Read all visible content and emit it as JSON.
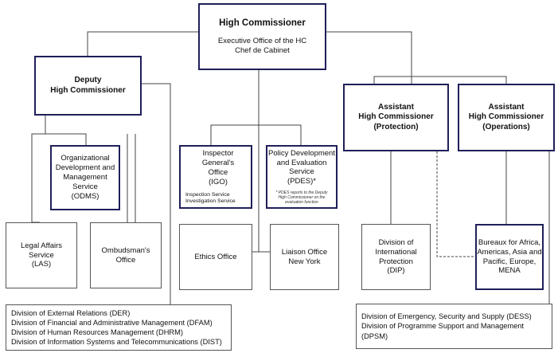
{
  "hc": {
    "title": "High Commissioner",
    "sub1": "Executive Office of the HC",
    "sub2": "Chef de Cabinet"
  },
  "deputy": {
    "title": "Deputy\nHigh Commissioner"
  },
  "ahc_protection": {
    "title": "Assistant\nHigh Commissioner\n(Protection)"
  },
  "ahc_operations": {
    "title": "Assistant\nHigh Commissioner\n(Operations)"
  },
  "odms": {
    "label": "Organizational\nDevelopment and\nManagement Service\n(ODMS)"
  },
  "las": {
    "label": "Legal Affairs\nService\n(LAS)"
  },
  "ombudsman": {
    "label": "Ombudsman's\nOffice"
  },
  "igo": {
    "label": "Inspector General's\nOffice\n(IGO)",
    "sub": "Inspection Service\nInvestigation Service"
  },
  "pdes": {
    "label": "Policy Development\nand Evaluation\nService\n(PDES)*",
    "note": "* PDES reports to the Deputy\nHigh Commissioner on the\nevaluation function"
  },
  "ethics": {
    "label": "Ethics Office"
  },
  "liaison": {
    "label": "Liaison Office\nNew York"
  },
  "dip": {
    "label": "Division of\nInternational\nProtection\n(DIP)"
  },
  "bureaux": {
    "label": "Bureaux for Africa,\nAmericas, Asia and\nPacific, Europe,\nMENA"
  },
  "deputy_divisions": [
    "Division of External Relations (DER)",
    "Division of Financial and Administrative Management (DFAM)",
    "Division of Human Resources Management (DHRM)",
    "Division of Information Systems and Telecommunications (DIST)"
  ],
  "operations_divisions": [
    "Division of Emergency, Security and Supply (DESS)",
    "Division of Programme Support and Management (DPSM)"
  ]
}
